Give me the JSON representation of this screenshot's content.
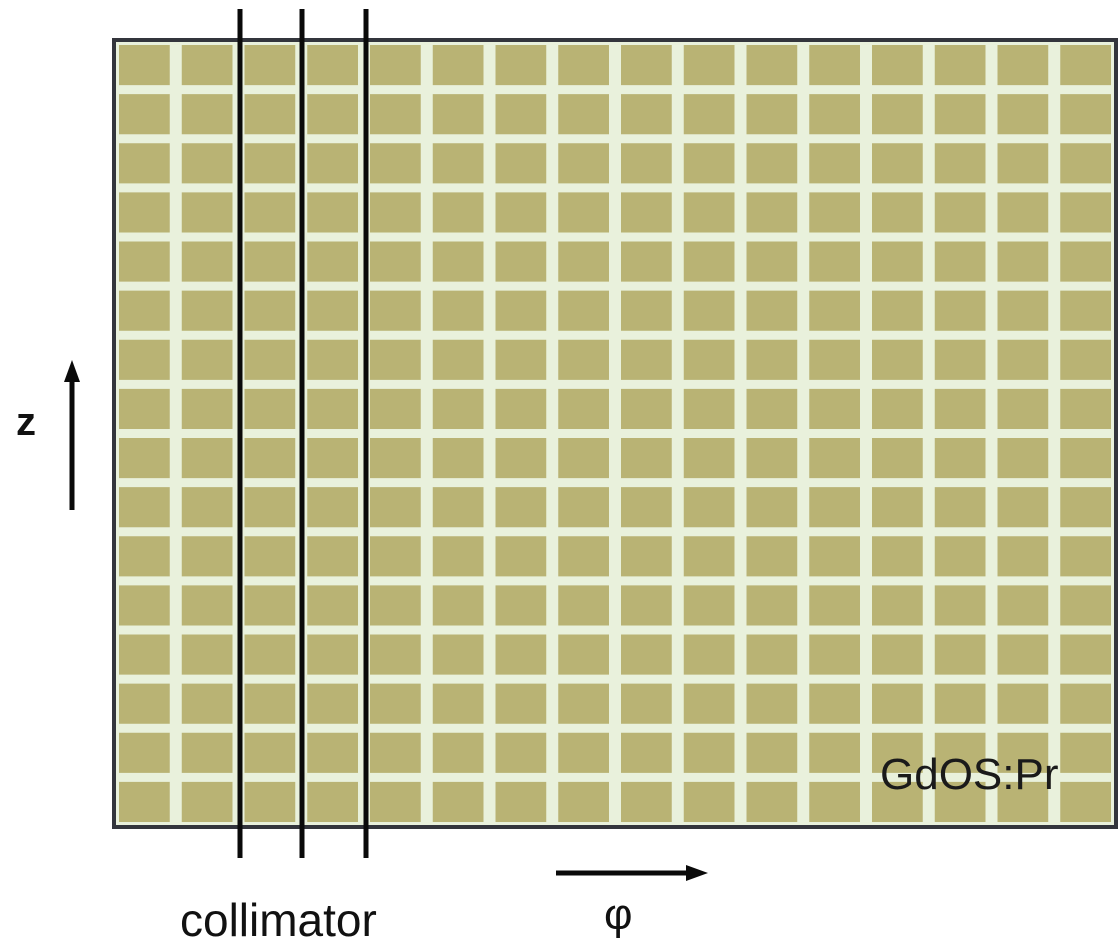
{
  "diagram": {
    "material_label": "GdOS:Pr",
    "collimator_label": "collimator",
    "phi_axis_label": "φ",
    "z_axis_label": "z",
    "grid": {
      "columns": 16,
      "rows": 16
    },
    "collimator_line_count": 3
  },
  "colors": {
    "pixel_fill": "#b9b374",
    "gap_fill": "#e9f1dc",
    "frame": "#33353c",
    "lines": "#0a0a0a"
  }
}
